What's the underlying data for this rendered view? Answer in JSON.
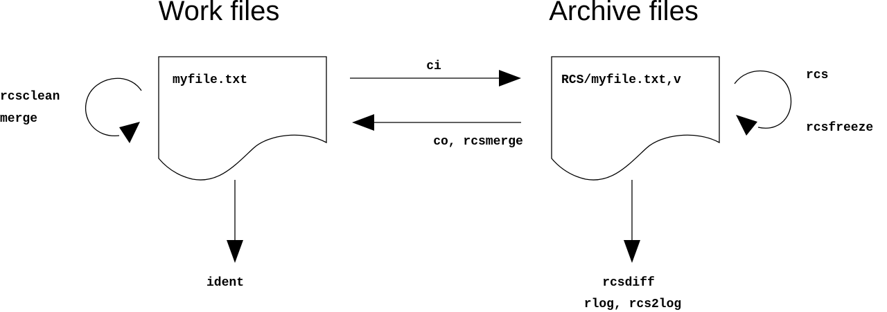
{
  "headings": {
    "work": "Work files",
    "archive": "Archive files"
  },
  "documents": {
    "work": "myfile.txt",
    "archive": "RCS/myfile.txt,v"
  },
  "commands": {
    "ci": "ci",
    "co_rcsmerge": "co, rcsmerge",
    "rcsclean": "rcsclean",
    "merge": "merge",
    "rcs": "rcs",
    "rcsfreeze": "rcsfreeze",
    "ident": "ident",
    "rcsdiff": "rcsdiff",
    "rlog_rcs2log": "rlog, rcs2log"
  }
}
